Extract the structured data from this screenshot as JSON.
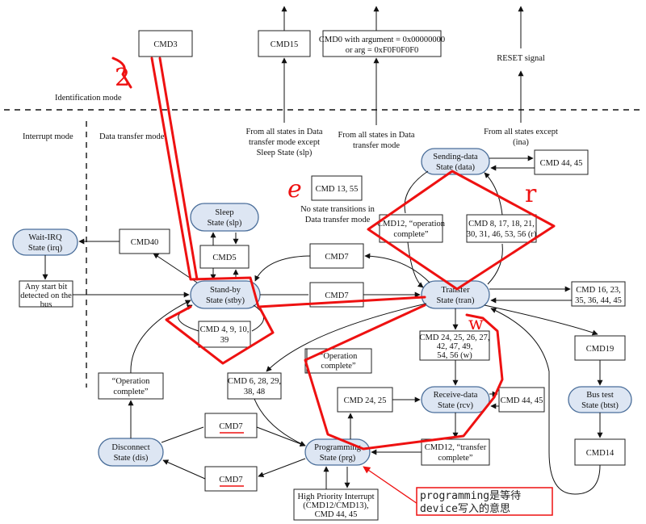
{
  "region_labels": {
    "identification_mode": "Identification mode",
    "interrupt_mode": "Interrupt mode",
    "data_transfer_mode": "Data transfer mode"
  },
  "top": {
    "cmd3": "CMD3",
    "cmd15": "CMD15",
    "cmd0_lines": [
      "CMD0 with argument = 0x00000000",
      "or arg = 0xF0F0F0F0"
    ],
    "reset": "RESET signal",
    "from_all_slp": [
      "From all states in Data",
      "transfer mode except",
      "Sleep State (slp)"
    ],
    "from_all_dt": [
      "From all states in Data",
      "transfer mode"
    ],
    "from_all_ina": [
      "From all states except",
      "(ina)"
    ]
  },
  "states": {
    "sleep": [
      "Sleep",
      "State (slp)"
    ],
    "standby": [
      "Stand-by",
      "State (stby)"
    ],
    "waitirq": [
      "Wait-IRQ",
      "State (irq)"
    ],
    "sending": [
      "Sending-data",
      "State (data)"
    ],
    "transfer": [
      "Transfer",
      "State (tran)"
    ],
    "receive": [
      "Receive-data",
      "State (rcv)"
    ],
    "programming": [
      "Programming",
      "State (prg)"
    ],
    "disconnect": [
      "Disconnect",
      "State (dis)"
    ],
    "bustest": [
      "Bus test",
      "State (btst)"
    ]
  },
  "boxes": {
    "cmd40": "CMD40",
    "any_start": [
      "Any start bit",
      "detected on the",
      "bus"
    ],
    "cmd5": "CMD5",
    "cmd7_top": "CMD7",
    "cmd7_mid": "CMD7",
    "cmd4_9": [
      "CMD 4, 9, 10,",
      "39"
    ],
    "cmd13_55": "CMD 13, 55",
    "no_state": [
      "No state transitions in",
      "Data transfer mode"
    ],
    "cmd12_op": [
      "CMD12, “operation",
      "complete”"
    ],
    "cmd8_list": [
      "CMD 8, 17, 18, 21,",
      "30, 31, 46, 53, 56 (r)"
    ],
    "cmd44_45_top": "CMD 44, 45",
    "cmd16_list": [
      "CMD 16, 23,",
      "35, 36, 44, 45"
    ],
    "cmd24_list": [
      "CMD 24, 25, 26, 27,",
      "42, 47, 49,",
      "54, 56 (w)"
    ],
    "cmd19": "CMD19",
    "op_complete_left": [
      "“Operation",
      "complete”"
    ],
    "op_complete_mid": [
      "“Operation",
      "complete”"
    ],
    "cmd6_list": [
      "CMD 6, 28, 29,",
      "38, 48"
    ],
    "cmd24_25": "CMD 24, 25",
    "cmd44_45_rcv": "CMD 44, 45",
    "cmd7_dis_top": "CMD7",
    "cmd7_dis_bot": "CMD7",
    "cmd12_tc": [
      "CMD12, “transfer",
      "complete”"
    ],
    "cmd14": "CMD14",
    "hpi": [
      "High Priority Interrupt",
      "(CMD12/CMD13),",
      "CMD 44, 45"
    ]
  },
  "annotations": {
    "mark_2": "2",
    "mark_e": "e",
    "mark_r": "r",
    "mark_w": "w",
    "note_lines": [
      "programming是等待",
      "device写入的意思"
    ]
  },
  "colors": {
    "state_fill": "#dde6f3",
    "state_stroke": "#4a6e9a",
    "annotation_red": "#ee1111"
  }
}
